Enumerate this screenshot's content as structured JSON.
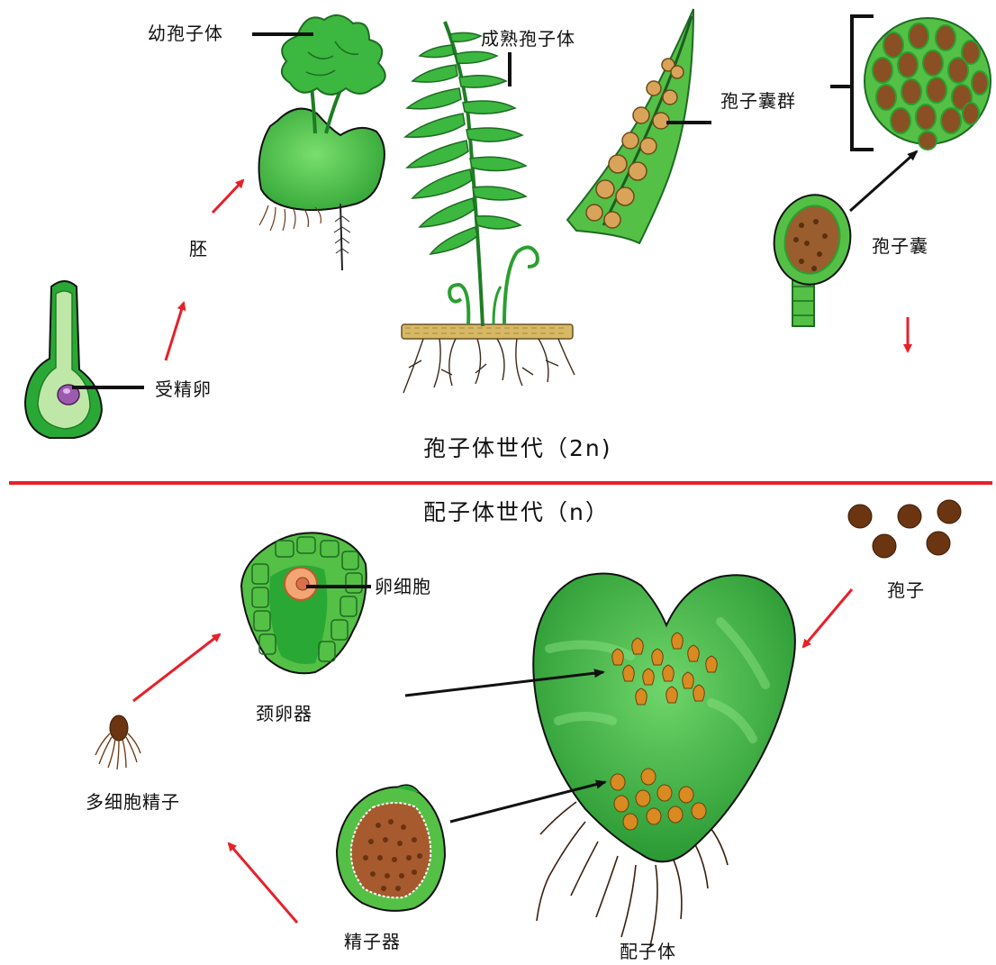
{
  "title_sporophyte": "孢子体世代（2n)",
  "title_gametophyte": "配子体世代（n）",
  "labels": {
    "young_sporophyte": "幼孢子体",
    "mature_sporophyte": "成熟孢子体",
    "sorus": "孢子囊群",
    "sporangium": "孢子囊",
    "embryo": "胚",
    "zygote": "受精卵",
    "spores": "孢子",
    "egg_cell": "卵细胞",
    "archegonium": "颈卵器",
    "multiflagellate_sperm": "多细胞精子",
    "antheridium": "精子器",
    "gametophyte": "配子体"
  },
  "colors": {
    "leaf": "#39b53a",
    "leaf_dark": "#1e7d23",
    "cell": "#54c045",
    "brown": "#8a4f22",
    "spore": "#6a3510",
    "orange": "#d98a20",
    "arrow_red": "#e8202a",
    "divider": "#e8202a",
    "ink": "#111111"
  }
}
